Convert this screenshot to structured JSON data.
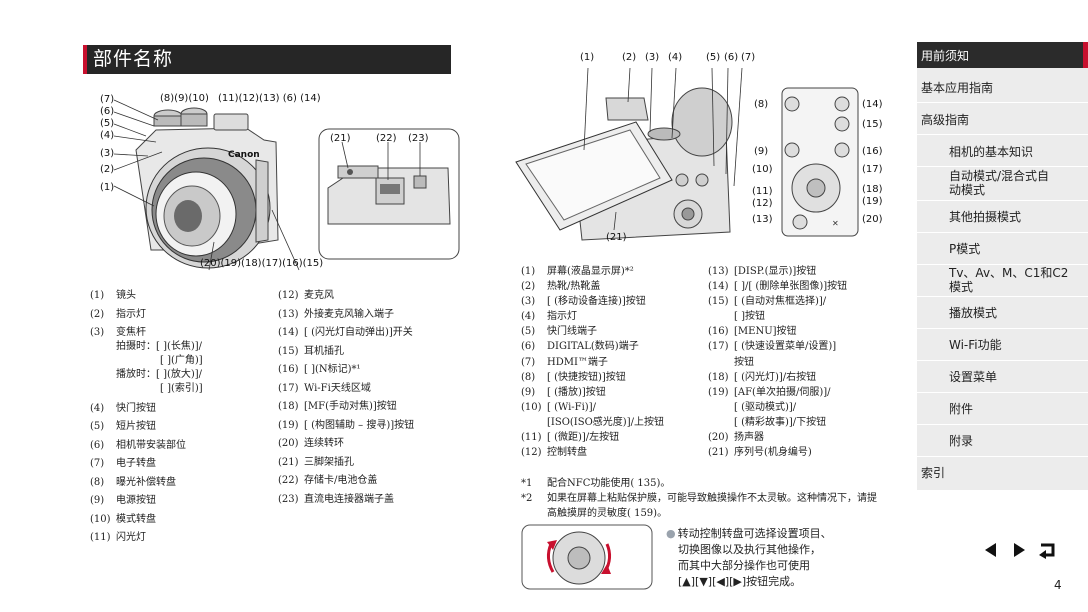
{
  "title": "部件名称",
  "front_figure": {
    "callouts_left": [
      "(7)",
      "(6)",
      "(5)",
      "(4)",
      "(3)",
      "(2)",
      "(1)"
    ],
    "callouts_top": [
      "(8)(9)(10)",
      "(11)(12)(13) (6) (14)"
    ],
    "callouts_inset": [
      "(21)",
      "(22)",
      "(23)"
    ],
    "callouts_bottom": "(20)(19)(18)(17)(16)(15)",
    "brand": "Canon"
  },
  "back_figure": {
    "callouts_top": [
      "(1)",
      "(2)",
      "(3)",
      "(4)",
      "(5)",
      "(6)",
      "(7)"
    ],
    "callouts_bottom": "(21)"
  },
  "control_figure": {
    "left": [
      "(8)",
      "(9)",
      "(10)",
      "(11)",
      "(12)",
      "(13)"
    ],
    "right": [
      "(14)",
      "(15)",
      "(16)",
      "(17)",
      "(18)",
      "(19)",
      "(20)"
    ]
  },
  "front_parts": {
    "col1": [
      {
        "num": "(1)",
        "text": "镜头"
      },
      {
        "num": "(2)",
        "text": "指示灯"
      },
      {
        "num": "(3)",
        "text": "变焦杆",
        "subs": [
          {
            "label": "拍摄时：",
            "lines": [
              "[ ](长焦)]/",
              "[ ](广角)]"
            ]
          },
          {
            "label": "播放时：",
            "lines": [
              "[ ](放大)]/",
              "[ ](索引)]"
            ]
          }
        ]
      },
      {
        "num": "(4)",
        "text": "快门按钮"
      },
      {
        "num": "(5)",
        "text": "短片按钮"
      },
      {
        "num": "(6)",
        "text": "相机带安装部位"
      },
      {
        "num": "(7)",
        "text": "电子转盘"
      },
      {
        "num": "(8)",
        "text": "曝光补偿转盘"
      },
      {
        "num": "(9)",
        "text": "电源按钮"
      },
      {
        "num": "(10)",
        "text": "模式转盘"
      },
      {
        "num": "(11)",
        "text": "闪光灯"
      }
    ],
    "col2": [
      {
        "num": "(12)",
        "text": "麦克风"
      },
      {
        "num": "(13)",
        "text": "外接麦克风输入端子"
      },
      {
        "num": "(14)",
        "text": "[ (闪光灯自动弹出)]开关"
      },
      {
        "num": "(15)",
        "text": "耳机插孔"
      },
      {
        "num": "(16)",
        "text": "[ ](N标记)*¹"
      },
      {
        "num": "(17)",
        "text": "Wi-Fi天线区域"
      },
      {
        "num": "(18)",
        "text": "[MF(手动对焦)]按钮"
      },
      {
        "num": "(19)",
        "text": "[ (构图辅助 – 搜寻)]按钮"
      },
      {
        "num": "(20)",
        "text": "连续转环"
      },
      {
        "num": "(21)",
        "text": "三脚架插孔"
      },
      {
        "num": "(22)",
        "text": "存储卡/电池仓盖"
      },
      {
        "num": "(23)",
        "text": "直流电连接器端子盖"
      }
    ]
  },
  "back_parts": {
    "col1": [
      {
        "num": "(1)",
        "text": "屏幕(液晶显示屏)*²"
      },
      {
        "num": "(2)",
        "text": "热靴/热靴盖"
      },
      {
        "num": "(3)",
        "text": "[ (移动设备连接)]按钮"
      },
      {
        "num": "(4)",
        "text": "指示灯"
      },
      {
        "num": "(5)",
        "text": "快门线端子"
      },
      {
        "num": "(6)",
        "text": "DIGITAL(数码)端子"
      },
      {
        "num": "(7)",
        "text": "HDMI™端子"
      },
      {
        "num": "(8)",
        "text": "[ (快捷按钮)]按钮"
      },
      {
        "num": "(9)",
        "text": "[ (播放)]按钮"
      },
      {
        "num": "(10)",
        "text": "[ (Wi-Fi)]/",
        "subs": [
          "[ISO(ISO感光度)]/上按钮"
        ]
      },
      {
        "num": "(11)",
        "text": "[ (微距)]/左按钮"
      },
      {
        "num": "(12)",
        "text": "控制转盘"
      }
    ],
    "col2": [
      {
        "num": "(13)",
        "text": "[DISP.(显示)]按钮"
      },
      {
        "num": "(14)",
        "text": "[ ]/[ (删除单张图像)]按钮"
      },
      {
        "num": "(15)",
        "text": "[ (自动对焦框选择)]/",
        "subs": [
          "[ ]按钮"
        ]
      },
      {
        "num": "(16)",
        "text": "[MENU]按钮"
      },
      {
        "num": "(17)",
        "text": "[ (快速设置菜单/设置)]",
        "subs": [
          "按钮"
        ]
      },
      {
        "num": "(18)",
        "text": "[ (闪光灯)]/右按钮"
      },
      {
        "num": "(19)",
        "text": "[AF(单次拍摄/伺服)]/",
        "subs": [
          "[ (驱动模式)]/",
          "[ (精彩故事)]/下按钮"
        ]
      },
      {
        "num": "(20)",
        "text": "扬声器"
      },
      {
        "num": "(21)",
        "text": "序列号(机身编号)"
      }
    ]
  },
  "notes": [
    {
      "num": "*1",
      "text": "配合NFC功能使用(  135)。"
    },
    {
      "num": "*2",
      "text": "如果在屏幕上粘贴保护膜，可能导致触摸操作不太灵敏。这种情况下，请提高触摸屏的灵敏度(  159)。"
    }
  ],
  "tip": [
    "转动控制转盘可选择设置项目、",
    "切换图像以及执行其他操作，",
    "而其中大部分操作也可使用",
    "[▲][▼][◀][▶]按钮完成。"
  ],
  "sidebar": {
    "items": [
      {
        "label": "用前须知",
        "level": "top",
        "active": true
      },
      {
        "label": "基本应用指南",
        "level": "top",
        "active": false
      },
      {
        "label": "高级指南",
        "level": "top",
        "active": false
      },
      {
        "label": "相机的基本知识",
        "level": "sub",
        "active": false
      },
      {
        "label": "自动模式/混合式自动模式",
        "level": "sub",
        "active": false
      },
      {
        "label": "其他拍摄模式",
        "level": "sub",
        "active": false
      },
      {
        "label": "P模式",
        "level": "sub",
        "active": false
      },
      {
        "label": "Tv、Av、M、C1和C2模式",
        "level": "sub",
        "active": false
      },
      {
        "label": "播放模式",
        "level": "sub",
        "active": false
      },
      {
        "label": "Wi-Fi功能",
        "level": "sub",
        "active": false
      },
      {
        "label": "设置菜单",
        "level": "sub",
        "active": false
      },
      {
        "label": "附件",
        "level": "sub",
        "active": false
      },
      {
        "label": "附录",
        "level": "sub",
        "active": false
      },
      {
        "label": "索引",
        "level": "top",
        "active": false
      }
    ]
  },
  "page_number": "4"
}
